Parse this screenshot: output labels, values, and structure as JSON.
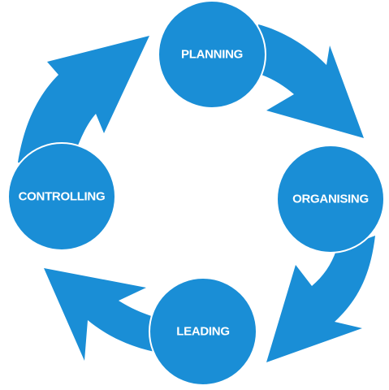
{
  "diagram": {
    "type": "cycle",
    "color": "#1a8ed6",
    "stages": [
      {
        "id": "planning",
        "label": "PLANNING"
      },
      {
        "id": "organising",
        "label": "ORGANISING"
      },
      {
        "id": "leading",
        "label": "LEADING"
      },
      {
        "id": "controlling",
        "label": "CONTROLLING"
      }
    ],
    "flow": [
      [
        "planning",
        "organising"
      ],
      [
        "organising",
        "leading"
      ],
      [
        "leading",
        "controlling"
      ],
      [
        "controlling",
        "planning"
      ]
    ]
  }
}
